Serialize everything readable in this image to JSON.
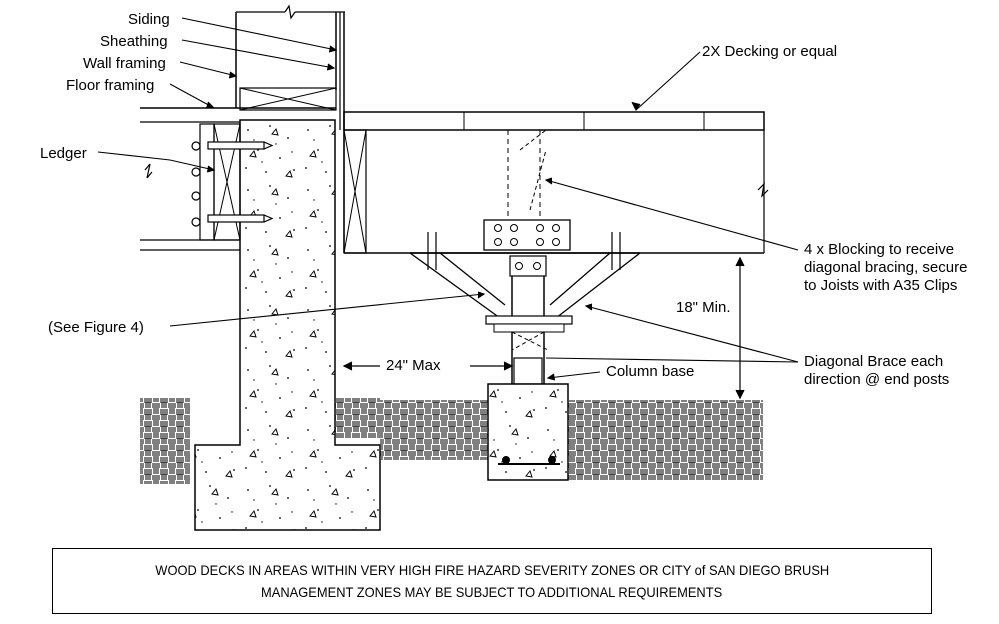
{
  "labels": {
    "siding": "Siding",
    "sheathing": "Sheathing",
    "wall_framing": "Wall framing",
    "floor_framing": "Floor framing",
    "ledger": "Ledger",
    "see_figure": "(See Figure 4)",
    "decking": "2X Decking or equal",
    "blocking_line1": "4 x Blocking to receive",
    "blocking_line2": "diagonal bracing, secure",
    "blocking_line3": "to Joists with A35 Clips",
    "min_height": "18\" Min.",
    "max_offset": "24\" Max",
    "column_base": "Column base",
    "brace_line1": "Diagonal Brace each",
    "brace_line2": "direction @ end posts"
  },
  "note": {
    "line1": "WOOD DECKS IN AREAS WITHIN VERY HIGH FIRE HAZARD SEVERITY ZONES OR CITY of SAN DIEGO BRUSH",
    "line2": "MANAGEMENT ZONES MAY BE SUBJECT TO ADDITIONAL REQUIREMENTS"
  }
}
